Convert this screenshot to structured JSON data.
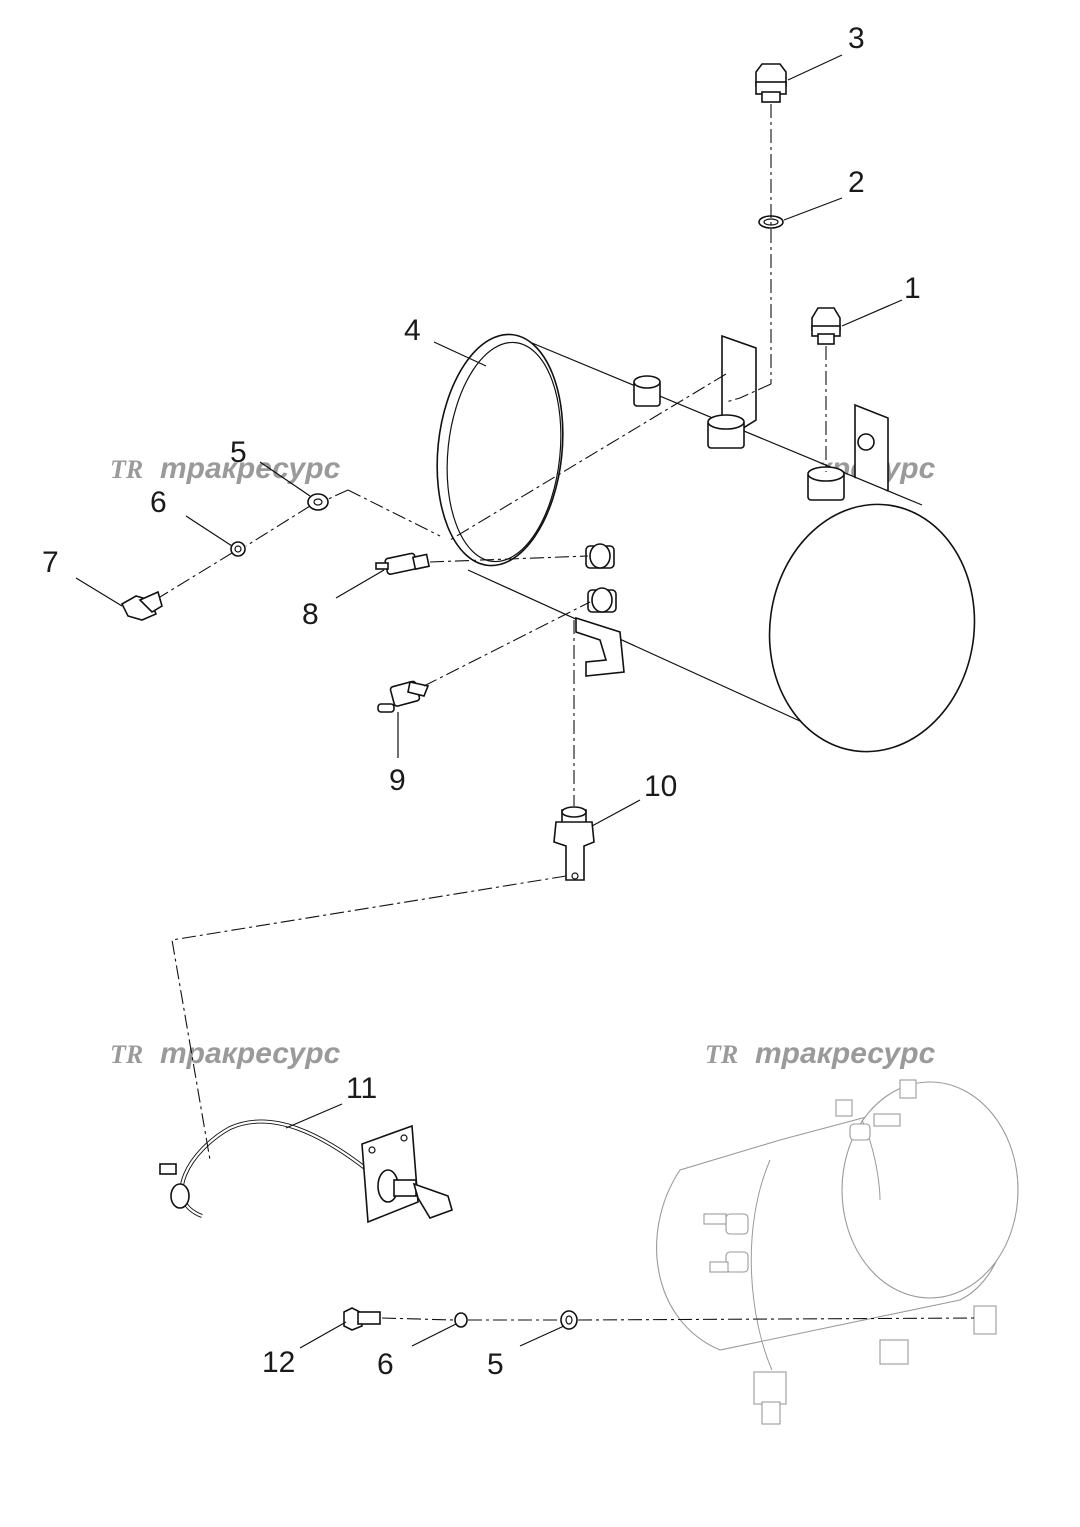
{
  "watermark": {
    "logo": "TR",
    "text": "тракресурс"
  },
  "callouts": {
    "c1": "1",
    "c2": "2",
    "c3": "3",
    "c4": "4",
    "c5a": "5",
    "c5b": "5",
    "c6a": "6",
    "c6b": "6",
    "c7": "7",
    "c8": "8",
    "c9": "9",
    "c10": "10",
    "c11": "11",
    "c12": "12"
  }
}
